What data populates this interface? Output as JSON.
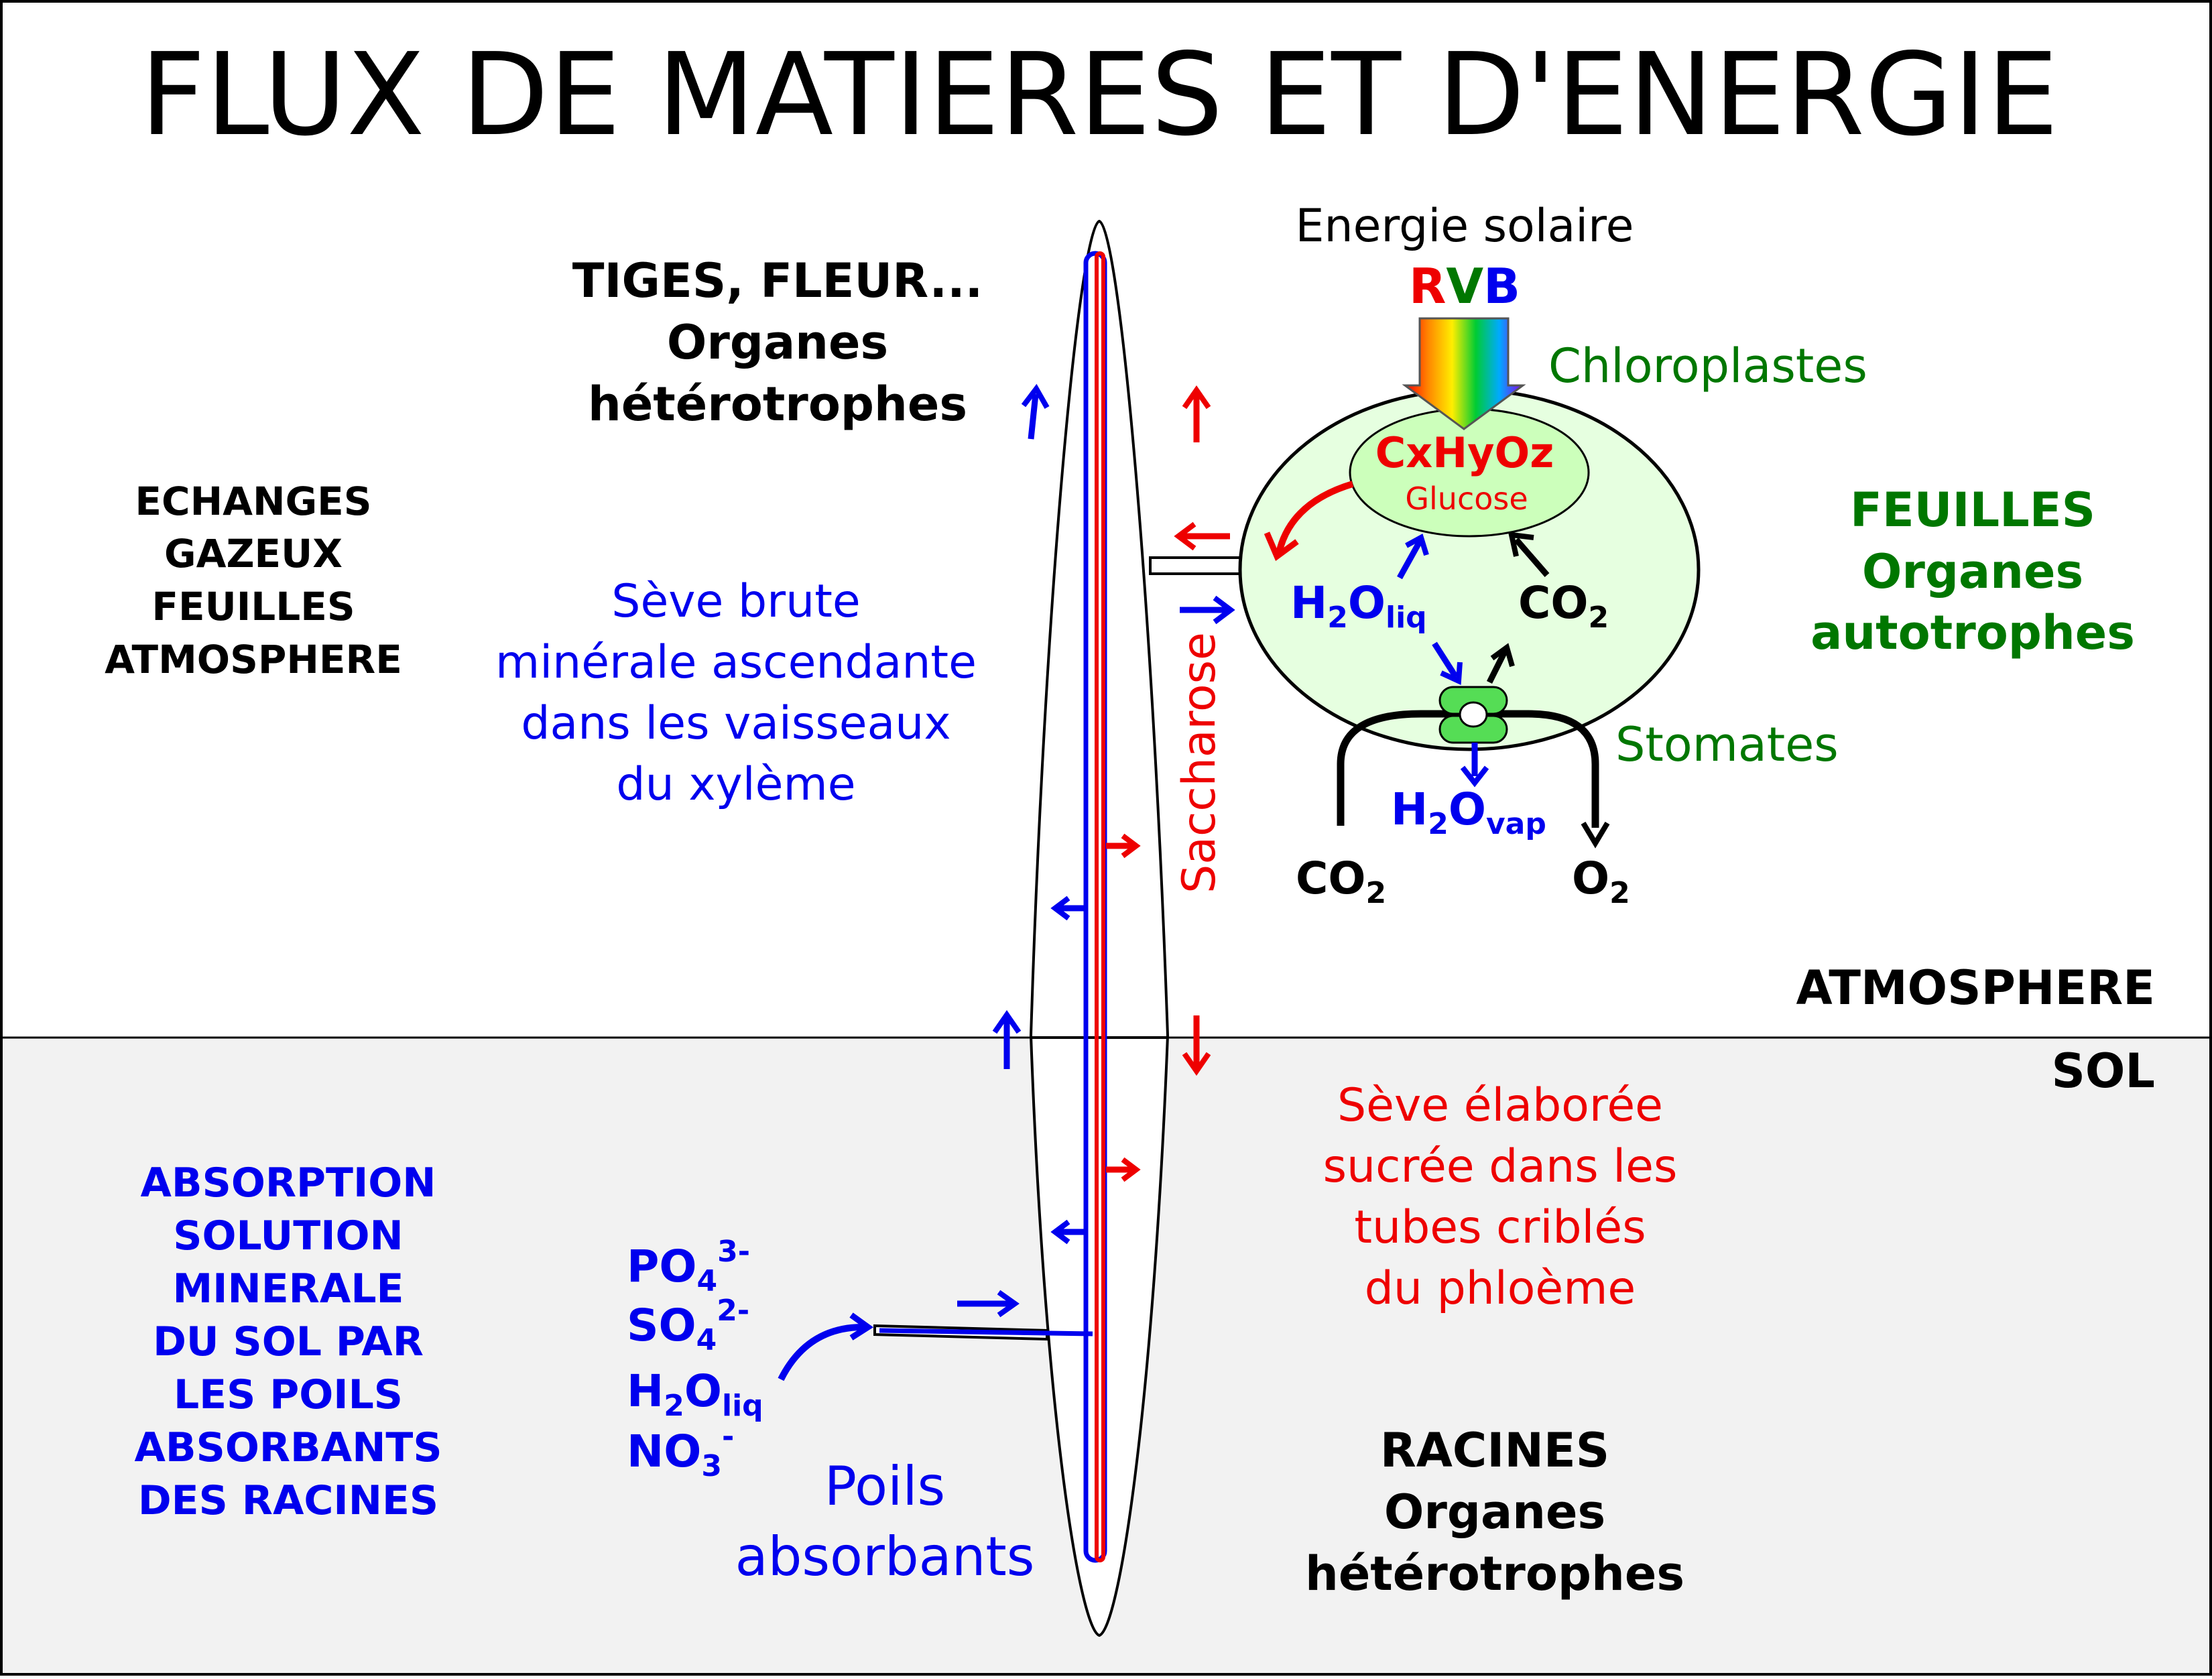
{
  "title": "FLUX DE MATIERES ET D'ENERGIE",
  "sun": {
    "label": "Energie solaire",
    "r": "R",
    "v": "V",
    "b": "B"
  },
  "chloroplast": {
    "label": "Chloroplastes",
    "formula": "CxHyOz",
    "glucose": "Glucose"
  },
  "leaf_inner": {
    "h2o_main": "H",
    "h2o_sub2": "2",
    "h2o_o": "O",
    "h2o_liq": "liq",
    "co2_main": "CO",
    "co2_sub": "2"
  },
  "stomata": {
    "label": "Stomates",
    "vap_main": "H",
    "vap_sub2": "2",
    "vap_o": "O",
    "vap_sub": "vap",
    "co2_main": "CO",
    "co2_sub": "2",
    "o2_main": "O",
    "o2_sub": "2"
  },
  "leaves": {
    "line1": "FEUILLES",
    "line2": "Organes",
    "line3": "autotrophes"
  },
  "stems": {
    "line1": "TIGES, FLEUR...",
    "line2": "Organes",
    "line3": "hétérotrophes"
  },
  "gas_exchange": [
    "ECHANGES",
    "GAZEUX",
    "FEUILLES",
    "ATMOSPHERE"
  ],
  "xylem_text": [
    "Sève brute",
    "minérale ascendante",
    "dans les vaisseaux",
    "du xylème"
  ],
  "saccharose": "Saccharose",
  "atmosphere": "ATMOSPHERE",
  "soil": "SOL",
  "phloem_text": [
    "Sève élaborée",
    "sucrée dans les",
    "tubes criblés",
    "du phloème"
  ],
  "absorption": [
    "ABSORPTION",
    "SOLUTION",
    "MINERALE",
    "DU SOL PAR",
    "LES POILS",
    "ABSORBANTS",
    "DES RACINES"
  ],
  "ions": {
    "po4": "PO",
    "po4_sub": "4",
    "po4_sup": "3-",
    "so4": "SO",
    "so4_sub": "4",
    "so4_sup": "2-",
    "h2o": "H",
    "h2o_sub": "2",
    "h2o_o": "O",
    "h2o_liq": "liq",
    "no3": "NO",
    "no3_sub": "3",
    "no3_sup": "-"
  },
  "root_hairs": [
    "Poils",
    "absorbants"
  ],
  "roots": {
    "line1": "RACINES",
    "line2": "Organes",
    "line3": "hétérotrophes"
  },
  "colors": {
    "blue": "#0000ee",
    "red": "#ee0000",
    "green": "#007700",
    "soil": "#f2f2f2",
    "leaf": "#e6ffe0"
  }
}
